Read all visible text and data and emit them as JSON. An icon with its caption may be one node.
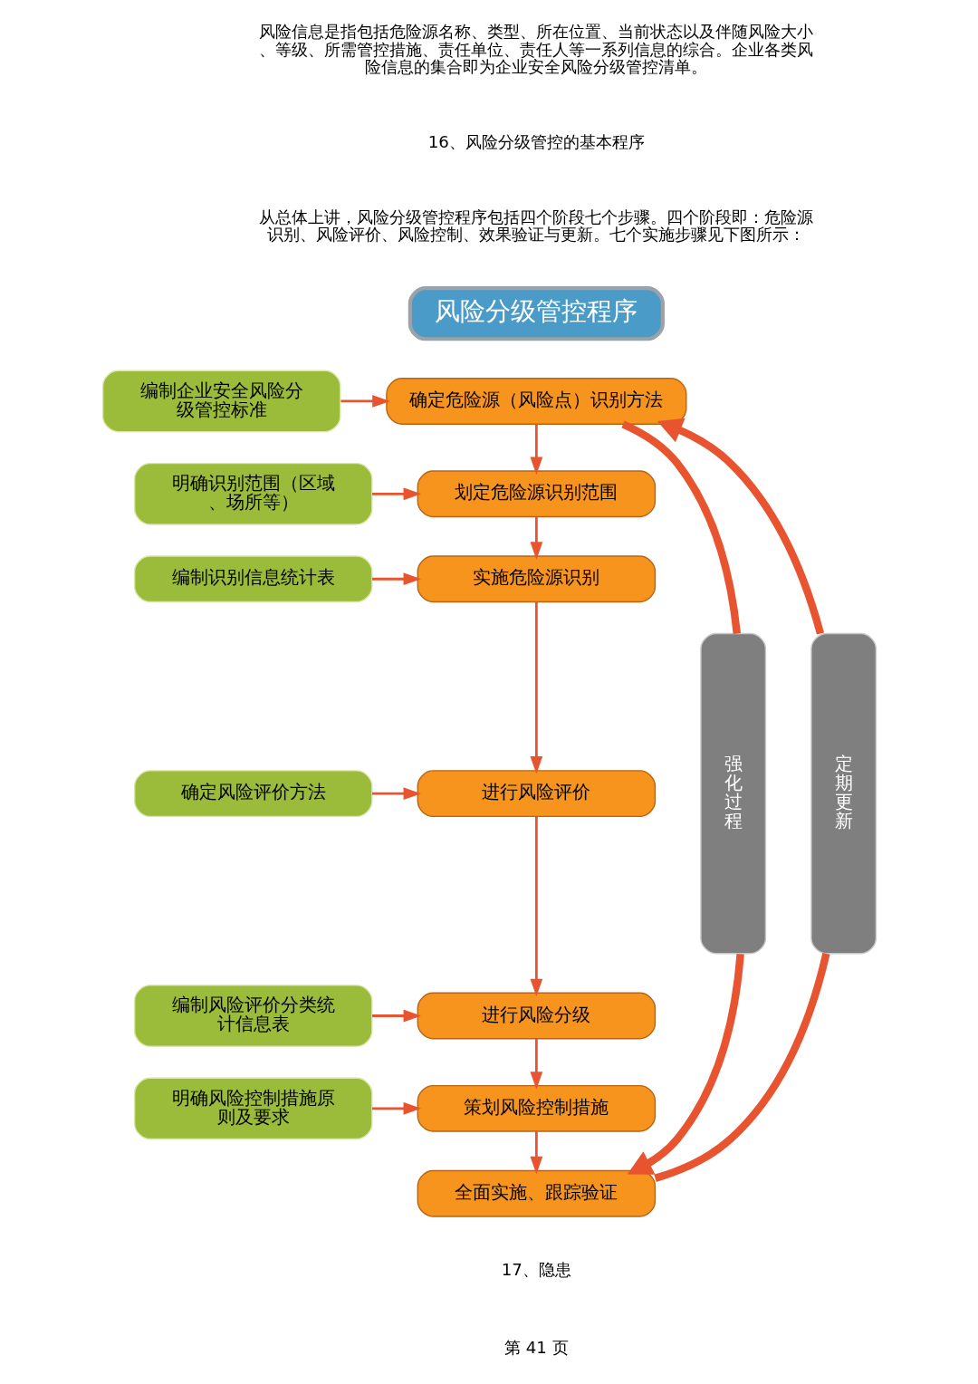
{
  "diagram": {
    "nodes": [
      {
        "text": [
          "风险分级管控程序"
        ]
      },
      {
        "text": [
          "确定危险源（风险点）识别方法"
        ]
      },
      {
        "text": [
          "划定危险源识别范围"
        ]
      },
      {
        "text": [
          "实施危险源识别"
        ]
      },
      {
        "text": [
          "进行风险评价"
        ]
      },
      {
        "text": [
          "进行风险分级"
        ]
      },
      {
        "text": [
          "策划风险控制措施"
        ]
      },
      {
        "text": [
          "全面实施、跟踪验证"
        ]
      },
      {
        "text": [
          "编制企业安全风险分级管控标准"
        ]
      },
      {
        "text": [
          "明确识别范围（区域、场所等）"
        ]
      },
      {
        "text": [
          "编制识别信息统计表"
        ]
      },
      {
        "text": [
          "确定风险评价方法"
        ]
      },
      {
        "text": [
          "编制风险评价分类统计信息表"
        ]
      },
      {
        "text": [
          "明确风险控制措施原则及要求"
        ]
      },
      {
        "text": [
          "强化过程"
        ]
      },
      {
        "text": [
          "定期更新"
        ]
      }
    ],
    "edges": [
      {
        "from": 1,
        "to": 2,
        "arrow": "to"
      },
      {
        "from": 2,
        "to": 3,
        "arrow": "to"
      },
      {
        "from": 3,
        "to": 4,
        "arrow": "to"
      },
      {
        "from": 4,
        "to": 5,
        "arrow": "to"
      },
      {
        "from": 5,
        "to": 6,
        "arrow": "to"
      },
      {
        "from": 6,
        "to": 7,
        "arrow": "to"
      },
      {
        "from": 8,
        "to": 1,
        "arrow": "to"
      },
      {
        "from": 9,
        "to": 2,
        "arrow": "to"
      },
      {
        "from": 10,
        "to": 3,
        "arrow": "to"
      },
      {
        "from": 11,
        "to": 4,
        "arrow": "to"
      },
      {
        "from": 12,
        "to": 5,
        "arrow": "to"
      },
      {
        "from": 13,
        "to": 6,
        "arrow": "to"
      },
      {
        "from": 1,
        "to": 14,
        "arrow": "none",
        "style": "thick"
      },
      {
        "from": 14,
        "to": 7,
        "arrow": "to",
        "style": "thick"
      },
      {
        "from": 7,
        "to": 15,
        "arrow": "none",
        "style": "thick"
      },
      {
        "from": 15,
        "to": 1,
        "arrow": "to",
        "style": "thick"
      }
    ],
    "labels": [
      "风险信息是指包括危险源名称、类型、所在位置、当前状态以及伴随风险大小、等级、所需管控措施、责任单位、责任人等一系列信息的综合。企业各类风险信息的集合即为企业安全风险分级管控清单。",
      "16、风险分级管控的基本程序",
      "从总体上讲，风险分级管控程序包括四个阶段七个步骤。四个阶段即：危险源识别、风险评价、风险控制、效果验证与更新。七个实施步骤见下图所示：",
      "17、隐患",
      "第 41 页"
    ]
  }
}
